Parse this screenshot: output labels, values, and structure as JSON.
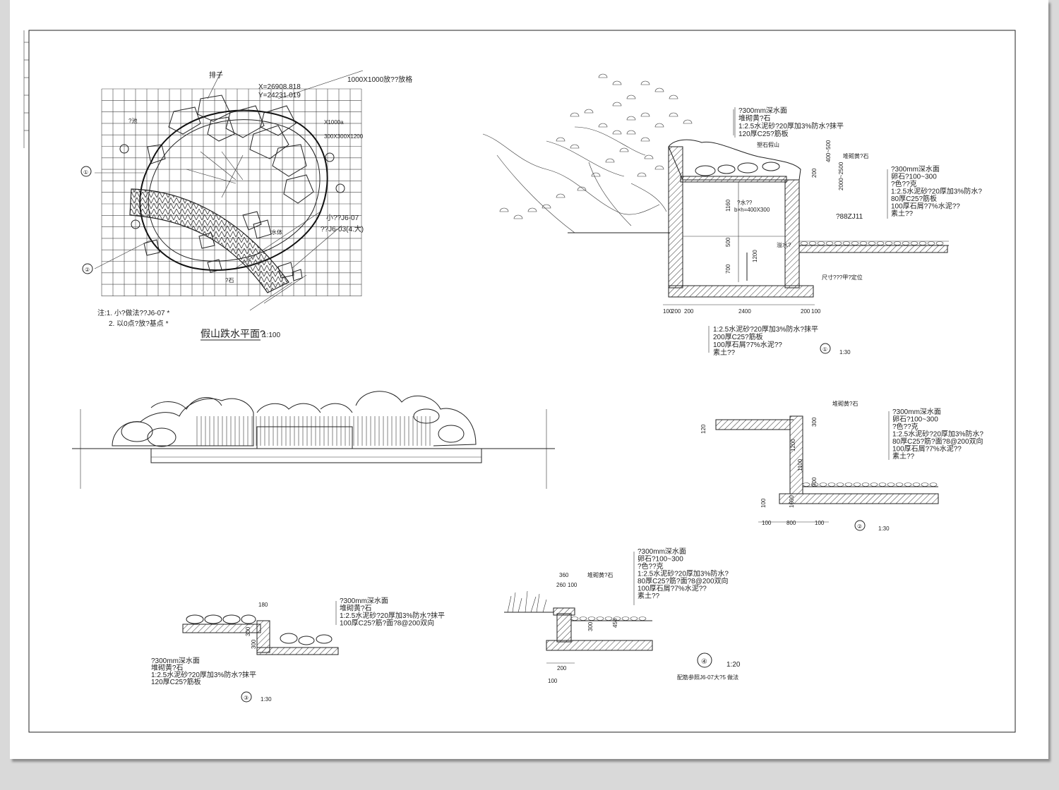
{
  "plan": {
    "title": "假山跌水平面?",
    "scale": "1:100",
    "labels": {
      "pavilion": "排子",
      "coord_x": "X=26908.818",
      "coord_y": "Y=24231.019",
      "paving": "1000X1000放??放格",
      "spec1": "X1000a",
      "spec2": "300X300X1200",
      "spec3": "小??J6-07",
      "spec4": "??J6-03(4.大)",
      "water": "水体",
      "note1": "注:1. 小?做法??J6-07 *",
      "note2": "2. 以0点?放?基点 *",
      "pond": "?池",
      "rock": "?石"
    },
    "grid_marks": [
      "①",
      "②"
    ]
  },
  "section1": {
    "number": "①",
    "scale": "1:30",
    "callouts_top": [
      "?300mm深水面",
      "堆砌黄?石",
      "1:2.5水泥砂?20厚加3%防水?抹平",
      "120厚C25?筋板"
    ],
    "callouts_right": [
      "?300mm深水面",
      "卵石?100~300",
      "?色??克",
      "1:2.5水泥砂?20厚加3%防水?",
      "80厚C25?筋板",
      "100厚石屑?7%水泥??",
      "素土??"
    ],
    "callouts_bottom": [
      "1:2.5水泥砂?20厚加3%防水?抹平",
      "200厚C25?筋板",
      "100厚石屑?7%水泥??",
      "素土??"
    ],
    "labels": {
      "rockery": "塑石假山",
      "rock": "堆砌黄?石",
      "pipe": "?88ZJ11",
      "size": "尺寸???甲?定位",
      "opening": "b×h=400X300",
      "pump": "?水??",
      "drain": "溢水?"
    },
    "dims_bottom": [
      "100",
      "200",
      "200",
      "2400",
      "200",
      "100"
    ],
    "dims_side": [
      "1160",
      "500",
      "700",
      "1200",
      "200",
      "400~500",
      "2000~2500"
    ]
  },
  "elevation": {},
  "section2": {
    "number": "②",
    "scale": "1:30",
    "callouts_right": [
      "?300mm深水面",
      "卵石?100~300",
      "?色??克",
      "1:2.5水泥砂?20厚加3%防水?",
      "80厚C25?筋?面?8@200双向",
      "100厚石屑?7%水泥??",
      "素土??"
    ],
    "labels": {
      "rock": "堆砌黄?石"
    },
    "dims": [
      "100",
      "800",
      "100",
      "300",
      "900",
      "1200",
      "1100",
      "1600",
      "100",
      "120"
    ]
  },
  "section3": {
    "number": "③",
    "scale": "1:30",
    "callouts_right": [
      "?300mm深水面",
      "堆砌黄?石",
      "1:2.5水泥砂?20厚加3%防水?抹平",
      "100厚C25?筋?面?8@200双向"
    ],
    "callouts_left": [
      "?300mm深水面",
      "堆砌黄?石",
      "1:2.5水泥砂?20厚加3%防水?抹平",
      "120厚C25?筋板"
    ],
    "dims": [
      "180",
      "300",
      "300"
    ]
  },
  "section4": {
    "number": "④",
    "scale": "1:20",
    "callouts": [
      "?300mm深水面",
      "卵石?100~300",
      "?色??克",
      "1:2.5水泥砂?20厚加3%防水?",
      "80厚C25?筋?面?8@200双向",
      "100厚石屑?7%水泥??",
      "素土??"
    ],
    "labels": {
      "rock": "堆砌黄?石"
    },
    "note": "配筋参照J6-07大?5 做法",
    "dims": [
      "360",
      "260",
      "100",
      "200",
      "100",
      "300",
      "450"
    ]
  }
}
